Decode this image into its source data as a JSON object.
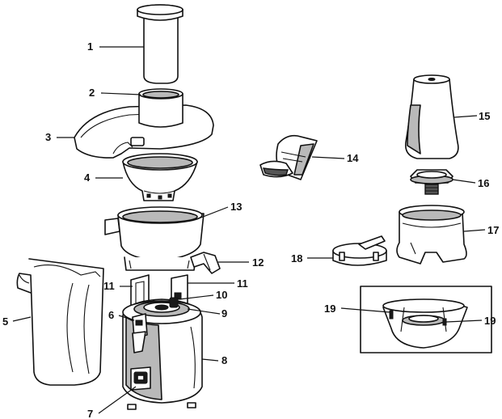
{
  "labels": {
    "p1": "1",
    "p2": "2",
    "p3": "3",
    "p4": "4",
    "p5": "5",
    "p6": "6",
    "p7": "7",
    "p8": "8",
    "p9": "9",
    "p10": "10",
    "p11a": "11",
    "p11b": "11",
    "p12": "12",
    "p13": "13",
    "p14": "14",
    "p15": "15",
    "p16": "16",
    "p17": "17",
    "p18": "18",
    "p19a": "19",
    "p19b": "19"
  }
}
